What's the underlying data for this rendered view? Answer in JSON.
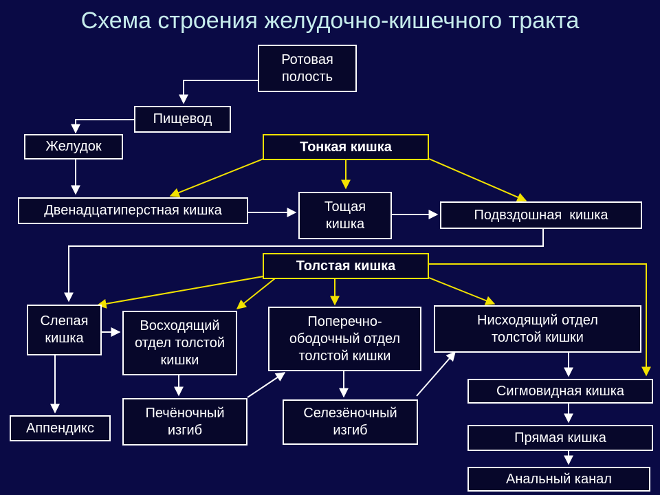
{
  "title": "Схема строения желудочно-кишечного тракта",
  "nodes": {
    "mouth": "Ротовая\nполость",
    "esophagus": "Пищевод",
    "stomach": "Желудок",
    "small_intestine": "Тонкая кишка",
    "duodenum": "Двенадцатиперстная кишка",
    "jejunum": "Тощая\nкишка",
    "ileum": "Подвздошная  кишка",
    "large_intestine": "Толстая кишка",
    "cecum": "Слепая\nкишка",
    "ascending_colon": "Восходящий\nотдел толстой\nкишки",
    "transverse_colon": "Поперечно-\nободочный отдел\nтолстой кишки",
    "descending_colon": "Нисходящий отдел\nтолстой кишки",
    "appendix": "Аппендикс",
    "hepatic_flexure": "Печёночный\nизгиб",
    "splenic_flexure": "Селезёночный\nизгиб",
    "sigmoid_colon": "Сигмовидная кишка",
    "rectum": "Прямая кишка",
    "anal_canal": "Анальный канал"
  },
  "colors": {
    "background": "#0a0a45",
    "title": "#c6ecec",
    "box_border": "#ffffff",
    "highlight": "#f2e200"
  }
}
